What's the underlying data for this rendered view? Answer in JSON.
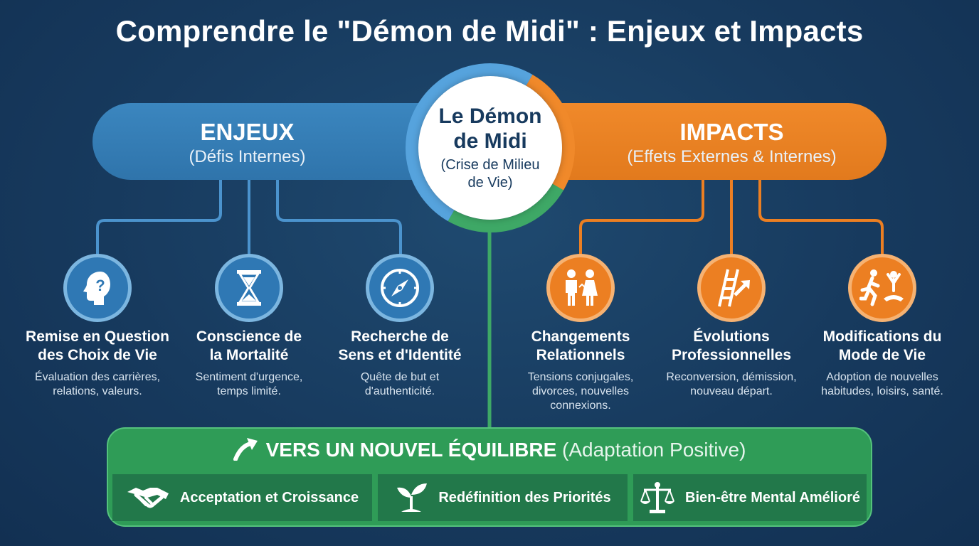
{
  "title": "Comprendre le \"Démon de Midi\" : Enjeux et Impacts",
  "colors": {
    "background": "#173a5e",
    "enjeux_accent": "#2f78b4",
    "impacts_accent": "#ec7f22",
    "equilibre_accent": "#2f9c57"
  },
  "center": {
    "title_line1": "Le Démon",
    "title_line2": "de Midi",
    "subtitle_line1": "(Crise de Milieu",
    "subtitle_line2": "de Vie)"
  },
  "enjeux": {
    "title": "ENJEUX",
    "subtitle": "(Défis Internes)",
    "items": [
      {
        "icon": "head-question-icon",
        "title_line1": "Remise en Question",
        "title_line2": "des Choix de Vie",
        "desc_line1": "Évaluation des carrières,",
        "desc_line2": "relations, valeurs."
      },
      {
        "icon": "hourglass-icon",
        "title_line1": "Conscience de",
        "title_line2": "la Mortalité",
        "desc_line1": "Sentiment d'urgence,",
        "desc_line2": "temps limité."
      },
      {
        "icon": "compass-icon",
        "title_line1": "Recherche de",
        "title_line2": "Sens et d'Identité",
        "desc_line1": "Quête de but et",
        "desc_line2": "d'authenticité."
      }
    ]
  },
  "impacts": {
    "title": "IMPACTS",
    "subtitle": "(Effets Externes & Internes)",
    "items": [
      {
        "icon": "couple-icon",
        "title_line1": "Changements",
        "title_line2": "Relationnels",
        "desc_line1": "Tensions conjugales,",
        "desc_line2": "divorces, nouvelles",
        "desc_line3": "connexions."
      },
      {
        "icon": "ladder-arrow-icon",
        "title_line1": "Évolutions",
        "title_line2": "Professionnelles",
        "desc_line1": "Reconversion, démission,",
        "desc_line2": "nouveau départ."
      },
      {
        "icon": "runner-yoga-icon",
        "title_line1": "Modifications du",
        "title_line2": "Mode de Vie",
        "desc_line1": "Adoption de nouvelles",
        "desc_line2": "habitudes, loisirs, santé."
      }
    ]
  },
  "equilibre": {
    "title": "VERS UN NOUVEL ÉQUILIBRE",
    "subtitle": "(Adaptation Positive)",
    "icon": "curved-arrow-up-icon",
    "items": [
      {
        "icon": "handshake-icon",
        "label": "Acceptation et Croissance"
      },
      {
        "icon": "sprout-icon",
        "label": "Redéfinition des Priorités"
      },
      {
        "icon": "balance-scale-icon",
        "label": "Bien-être Mental Amélioré"
      }
    ]
  }
}
